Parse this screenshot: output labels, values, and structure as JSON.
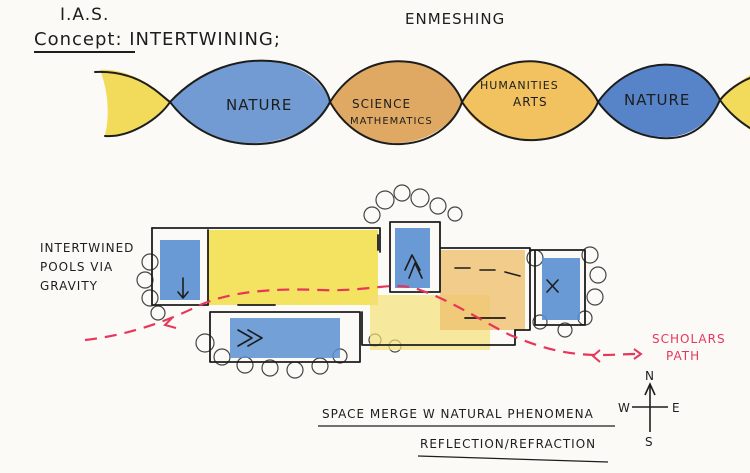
{
  "header": {
    "line1": "I.A.S.",
    "line2": "Concept: INTERTWINING;",
    "aside": "ENMESHING"
  },
  "strand": {
    "segments": [
      {
        "label": "NATURE",
        "color": "#4f83c9"
      },
      {
        "label_line1": "SCIENCE",
        "label_line2": "MATHEMATICS",
        "color": "#d99a4a"
      },
      {
        "label_line1": "HUMANITIES",
        "label_line2": "ARTS",
        "color": "#efb744"
      },
      {
        "label": "NATURE",
        "color": "#3a6fc0"
      }
    ],
    "end_color": "#f0d340"
  },
  "plan": {
    "pools_note_line1": "INTERTWINED",
    "pools_note_line2": "POOLS VIA",
    "pools_note_line3": "GRAVITY",
    "path_label_line1": "SCHOLARS",
    "path_label_line2": "PATH",
    "colors": {
      "water": "#5a8fd1",
      "light": "#f2dc3c",
      "path": "#e8365b",
      "court": "#efc170"
    }
  },
  "compass": {
    "n": "N",
    "s": "S",
    "e": "E",
    "w": "W"
  },
  "footer": {
    "line1": "SPACE MERGE W NATURAL PHENOMENA",
    "line2": "REFLECTION/REFRACTION"
  }
}
